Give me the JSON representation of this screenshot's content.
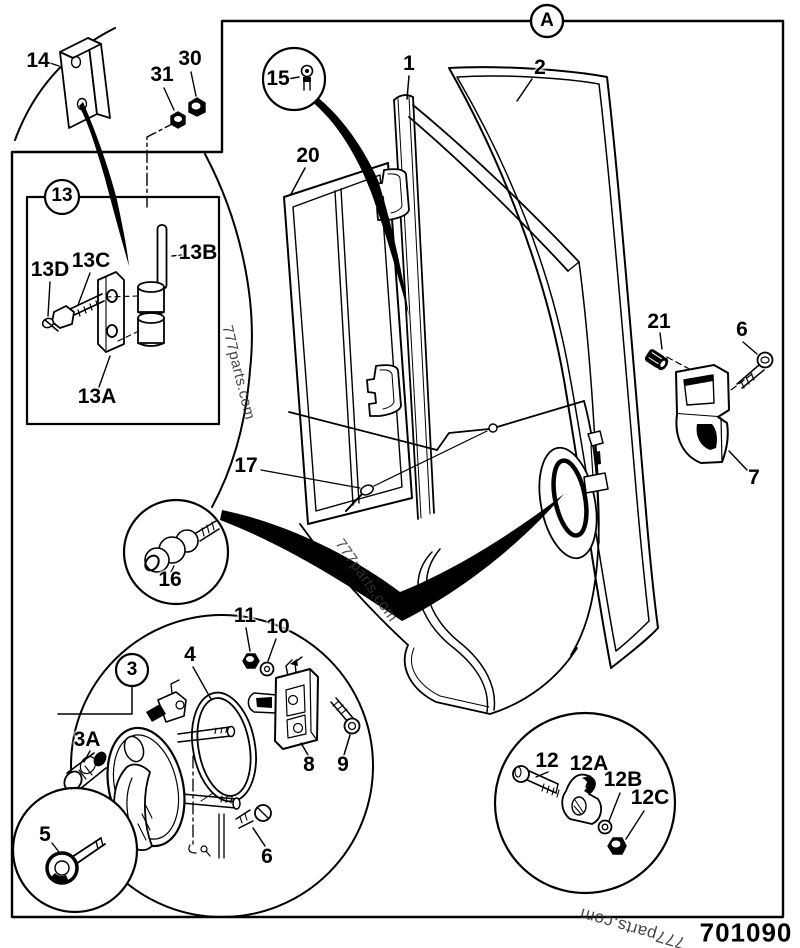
{
  "page": {
    "drawing_number": "701090",
    "watermark": "777parts.com"
  },
  "colors": {
    "ink": "#000000",
    "paper": "#ffffff",
    "watermark": "#333333"
  },
  "callouts": {
    "a": "A",
    "n1": "1",
    "n2": "2",
    "n3": "3",
    "n3a": "3A",
    "n4": "4",
    "n5": "5",
    "n6": "6",
    "n6b": "6",
    "n7": "7",
    "n8": "8",
    "n9": "9",
    "n10": "10",
    "n11": "11",
    "n12": "12",
    "n12a": "12A",
    "n12b": "12B",
    "n12c": "12C",
    "n13": "13",
    "n13a": "13A",
    "n13b": "13B",
    "n13c": "13C",
    "n13d": "13D",
    "n14": "14",
    "n15": "15",
    "n16": "16",
    "n17": "17",
    "n20": "20",
    "n21": "21",
    "n30": "30",
    "n31": "31"
  }
}
